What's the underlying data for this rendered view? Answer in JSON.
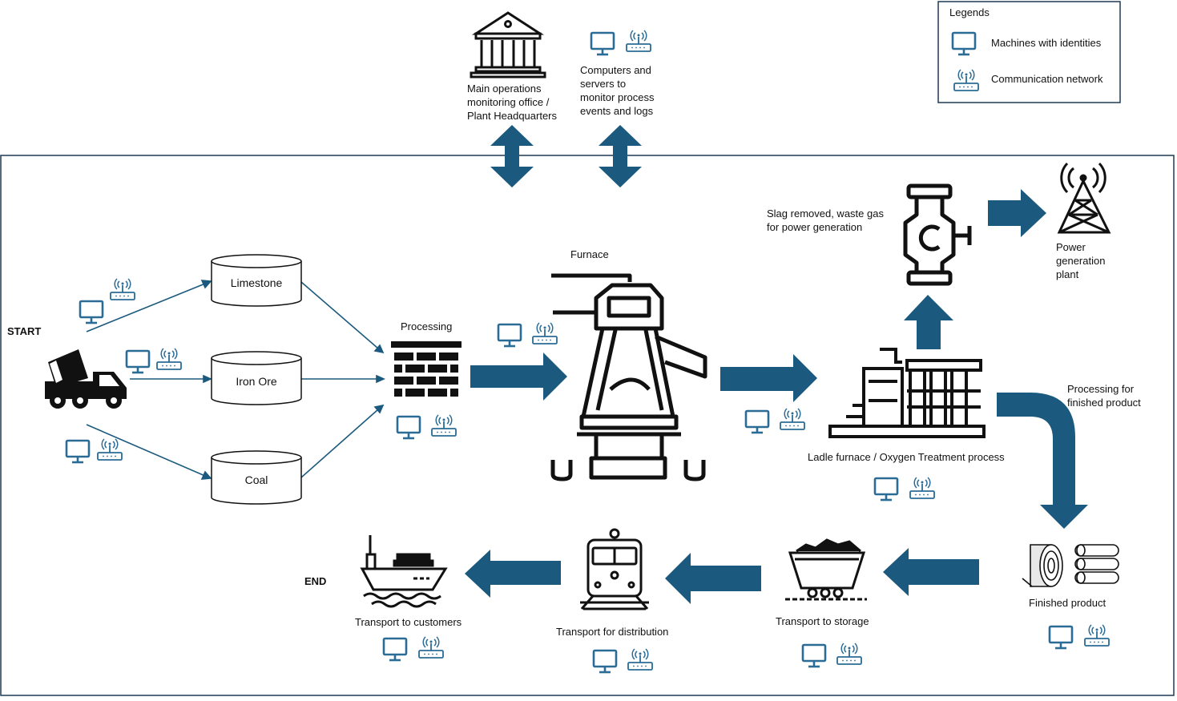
{
  "colors": {
    "arrow": "#1b5a7e",
    "icon": "#2a6c96",
    "frame": "#1f3a55",
    "ink": "#111111"
  },
  "legend": {
    "title": "Legends",
    "items": [
      {
        "icon": "monitor-icon",
        "label": "Machines with identities"
      },
      {
        "icon": "network-router-icon",
        "label": "Communication network"
      }
    ]
  },
  "top": {
    "hq": {
      "icon": "bank-building-icon",
      "lines": [
        "Main operations",
        "monitoring office /",
        "Plant Headquarters"
      ]
    },
    "servers": {
      "lines": [
        "Computers and",
        "servers to",
        "monitor process",
        "events and logs"
      ]
    }
  },
  "nodes": {
    "start": "START",
    "end": "END",
    "limestone": "Limestone",
    "iron_ore": "Iron Ore",
    "coal": "Coal",
    "processing": "Processing",
    "furnace": "Furnace",
    "slag": {
      "lines": [
        "Slag removed, waste gas",
        "for power generation"
      ]
    },
    "power_plant": {
      "lines": [
        "Power",
        "generation",
        "plant"
      ]
    },
    "ladle": "Ladle furnace / Oxygen Treatment process",
    "finishing": {
      "lines": [
        "Processing for",
        "finished product"
      ]
    },
    "finished_product": "Finished product",
    "storage": "Transport to storage",
    "distribution": "Transport for distribution",
    "customers": "Transport to customers"
  }
}
